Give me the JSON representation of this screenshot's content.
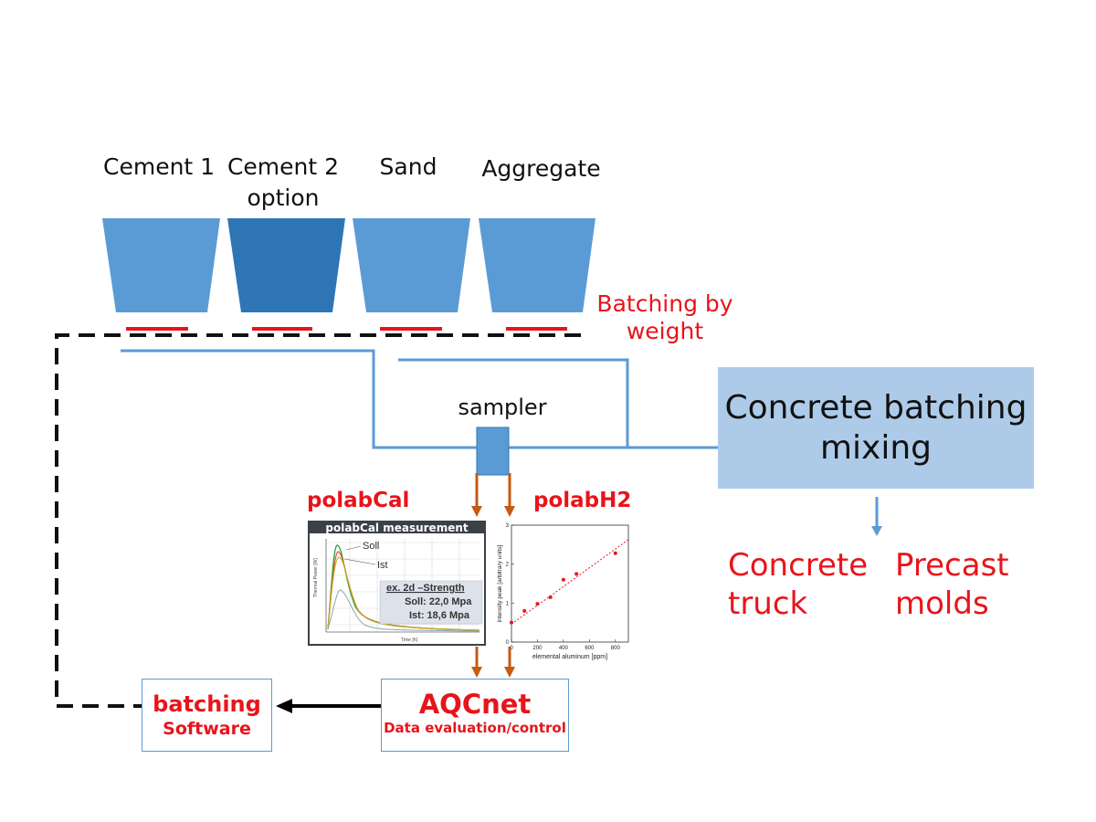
{
  "hoppers": [
    {
      "label": "Cement 1",
      "color": "#5b9bd5"
    },
    {
      "label": "Cement 2\noption",
      "color": "#2e75b6"
    },
    {
      "label": "Sand",
      "color": "#5b9bd5"
    },
    {
      "label": "Aggregate",
      "color": "#5b9bd5"
    }
  ],
  "batching_by_weight": "Batching by\nweight",
  "sampler_label": "sampler",
  "main_box": {
    "text": "Concrete batching\nmixing"
  },
  "outputs": {
    "truck": "Concrete\ntruck",
    "precast": "Precast\nmolds"
  },
  "polabcal": {
    "label": "polabCal",
    "title": "polabCal measurement",
    "legend_soll": "Soll",
    "legend_ist": "Ist",
    "box_title": "ex. 2d –Strength",
    "box_soll": "Soll: 22,0 Mpa",
    "box_ist": "Ist: 18,6 Mpa",
    "xlabel": "Time [h]",
    "ylabel": "Thermal Power [W]"
  },
  "polabh2": {
    "label": "polabH2"
  },
  "aqcnet": {
    "title": "AQCnet",
    "subtitle": "Data evaluation/control"
  },
  "batching_software": {
    "title": "batching",
    "subtitle": "Software"
  },
  "colors": {
    "pipe": "#5b9bd5",
    "arrow": "#c55a11",
    "red": "#e8141b",
    "dash": "#111111"
  },
  "chart_data": {
    "type": "scatter",
    "title": "",
    "xlabel": "elemental aluminum [ppm]",
    "ylabel": "intensity peak [arbitrary units]",
    "xlim": [
      0,
      900
    ],
    "ylim": [
      0,
      3
    ],
    "xticks": [
      0,
      200,
      400,
      600,
      800
    ],
    "yticks": [
      0,
      1,
      2,
      3
    ],
    "points": [
      {
        "x": 0,
        "y": 0.5
      },
      {
        "x": 100,
        "y": 0.8
      },
      {
        "x": 200,
        "y": 0.98
      },
      {
        "x": 300,
        "y": 1.15
      },
      {
        "x": 400,
        "y": 1.6
      },
      {
        "x": 500,
        "y": 1.75
      },
      {
        "x": 800,
        "y": 2.28
      }
    ],
    "fit": {
      "slope": 0.00241,
      "intercept": 0.46
    }
  }
}
